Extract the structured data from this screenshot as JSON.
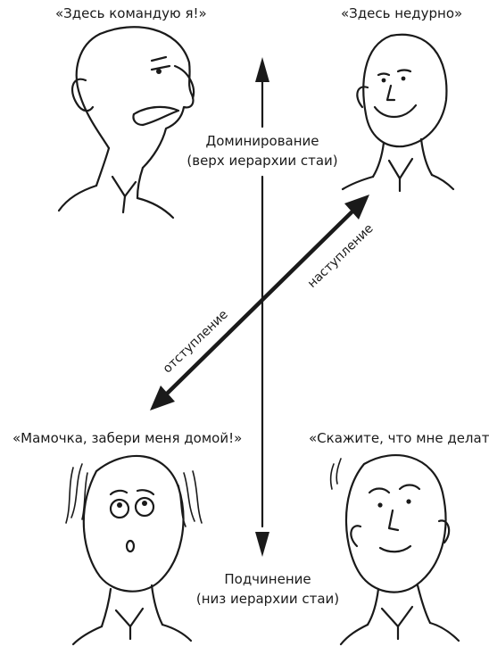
{
  "quotes": {
    "top_left": "«Здесь командую я!»",
    "top_right": "«Здесь недурно»",
    "bottom_left": "«Мамочка, забери меня домой!»",
    "bottom_right": "«Скажите, что мне делать»"
  },
  "vertical_axis": {
    "top_line1": "Доминирование",
    "top_line2": "(верх иерархии стаи)",
    "bottom_line1": "Подчинение",
    "bottom_line2": "(низ иерархии стаи)"
  },
  "diagonal_axis": {
    "up_label": "наступление",
    "down_label": "отступление"
  },
  "colors": {
    "ink": "#1a1a1a",
    "background": "#ffffff"
  }
}
